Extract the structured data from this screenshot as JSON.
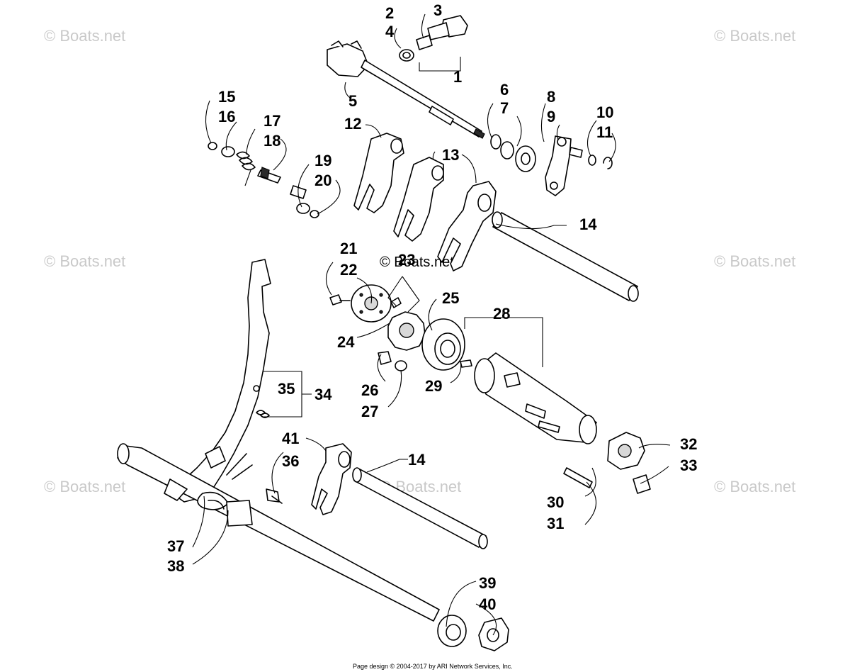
{
  "watermark": {
    "text": "© Boats.net",
    "center_text": "© Boats.net"
  },
  "footer": {
    "text": "Page design © 2004-2017 by ARI Network Services, Inc."
  },
  "callouts": {
    "c1": "1",
    "c2": "2",
    "c3": "3",
    "c4": "4",
    "c5": "5",
    "c6": "6",
    "c7": "7",
    "c8": "8",
    "c9": "9",
    "c10": "10",
    "c11": "11",
    "c12": "12",
    "c13": "13",
    "c14a": "14",
    "c14b": "14",
    "c15": "15",
    "c16": "16",
    "c17": "17",
    "c18": "18",
    "c19": "19",
    "c20": "20",
    "c21": "21",
    "c22": "22",
    "c23": "23",
    "c24": "24",
    "c25": "25",
    "c26": "26",
    "c27": "27",
    "c28": "28",
    "c29": "29",
    "c30": "30",
    "c31": "31",
    "c32": "32",
    "c33": "33",
    "c34": "34",
    "c35": "35",
    "c36": "36",
    "c37": "37",
    "c38": "38",
    "c39": "39",
    "c40": "40",
    "c41": "41"
  }
}
